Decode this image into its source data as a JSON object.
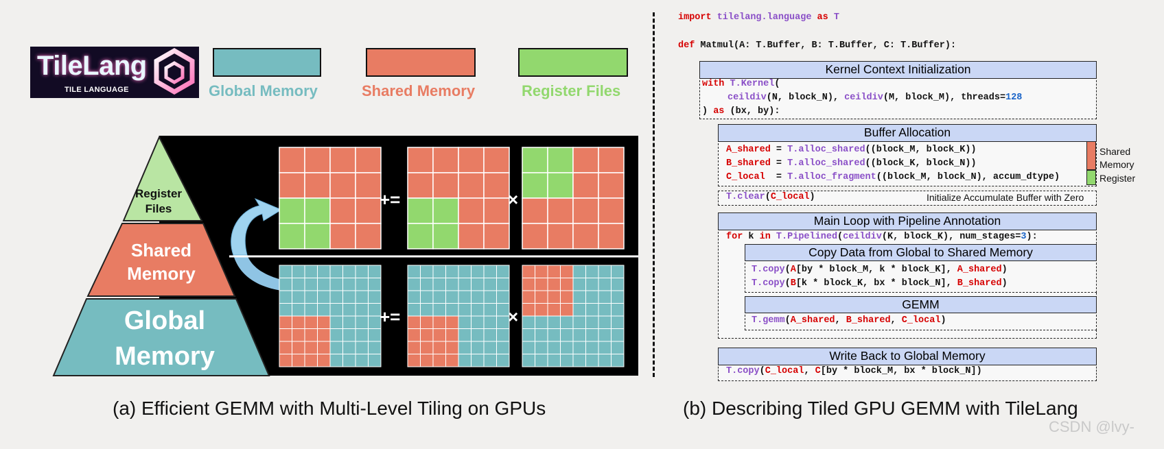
{
  "logo": {
    "title": "TileLang",
    "subtitle": "TILE LANGUAGE"
  },
  "legend": [
    {
      "label": "Global Memory",
      "color": "#76bcc0"
    },
    {
      "label": "Shared Memory",
      "color": "#e87c63"
    },
    {
      "label": "Register Files",
      "color": "#92d86e"
    }
  ],
  "pyramid": {
    "register": [
      "Register",
      "Files"
    ],
    "shared": [
      "Shared",
      "Memory"
    ],
    "global": [
      "Global",
      "Memory"
    ]
  },
  "ops": {
    "accumulate": "+=",
    "multiply": "×"
  },
  "captions": {
    "left": "(a) Efficient GEMM with Multi-Level Tiling on GPUs",
    "right": "(b) Describing Tiled GPU GEMM with TileLang"
  },
  "code": {
    "import_line": {
      "kw1": "import",
      "mod": " tilelang.language ",
      "kw2": "as",
      "alias": " T"
    },
    "def_line": {
      "kw": "def",
      "name": " Matmul",
      "args": "(A: T.Buffer, B: T.Buffer, C: T.Buffer):"
    },
    "sections": {
      "kernel": "Kernel Context Initialization",
      "buffer": "Buffer Allocation",
      "loop": "Main Loop with Pipeline Annotation",
      "copy": "Copy Data from Global to Shared Memory",
      "gemm": "GEMM",
      "write": "Write Back to Global Memory"
    },
    "kernel_lines": {
      "l1": {
        "kw": "with",
        "fn": " T.Kernel",
        "rest": "("
      },
      "l2": {
        "fn1": "ceildiv",
        "a": "(N, block_N), ",
        "fn2": "ceildiv",
        "b": "(M, block_M), threads=",
        "num": "128"
      },
      "l3": {
        "pre": ") ",
        "kw": "as",
        "rest": " (bx, by):"
      }
    },
    "buffer_lines": [
      {
        "var": "A_shared",
        "eq": " = ",
        "fn": "T.alloc_shared",
        "rest": "((block_M, block_K))"
      },
      {
        "var": "B_shared",
        "eq": " = ",
        "fn": "T.alloc_shared",
        "rest": "((block_K, block_N))"
      },
      {
        "var": "C_local",
        "eq": "  = ",
        "fn": "T.alloc_fragment",
        "rest": "((block_M, block_N), accum_dtype)"
      }
    ],
    "buffer_legend": {
      "shared": [
        "Shared",
        "Memory"
      ],
      "register": "Register"
    },
    "clear_line": {
      "fn": "T.clear",
      "open": "(",
      "var": "C_local",
      "close": ")",
      "note": "Initialize Accumulate Buffer with Zero"
    },
    "loop_line": {
      "kw1": "for",
      "a": " k ",
      "kw2": "in",
      "fn1": " T.Pipelined",
      "p": "(",
      "fn2": "ceildiv",
      "b": "(K, block_K), num_stages=",
      "num": "3",
      "c": "):"
    },
    "copy_lines": [
      {
        "fn": "T.copy",
        "open": "(",
        "src": "A",
        "idx": "[by * block_M, k * block_K], ",
        "dst": "A_shared",
        "close": ")"
      },
      {
        "fn": "T.copy",
        "open": "(",
        "src": "B",
        "idx": "[k * block_K, bx * block_N], ",
        "dst": "B_shared",
        "close": ")"
      }
    ],
    "gemm_line": {
      "fn": "T.gemm",
      "open": "(",
      "a": "A_shared",
      "s1": ", ",
      "b": "B_shared",
      "s2": ", ",
      "c": "C_local",
      "close": ")"
    },
    "write_line": {
      "fn": "T.copy",
      "open": "(",
      "a": "C_local",
      "s": ", ",
      "b": "C",
      "idx": "[by * block_M, bx * block_N])"
    }
  },
  "watermark": "CSDN @lvy-"
}
